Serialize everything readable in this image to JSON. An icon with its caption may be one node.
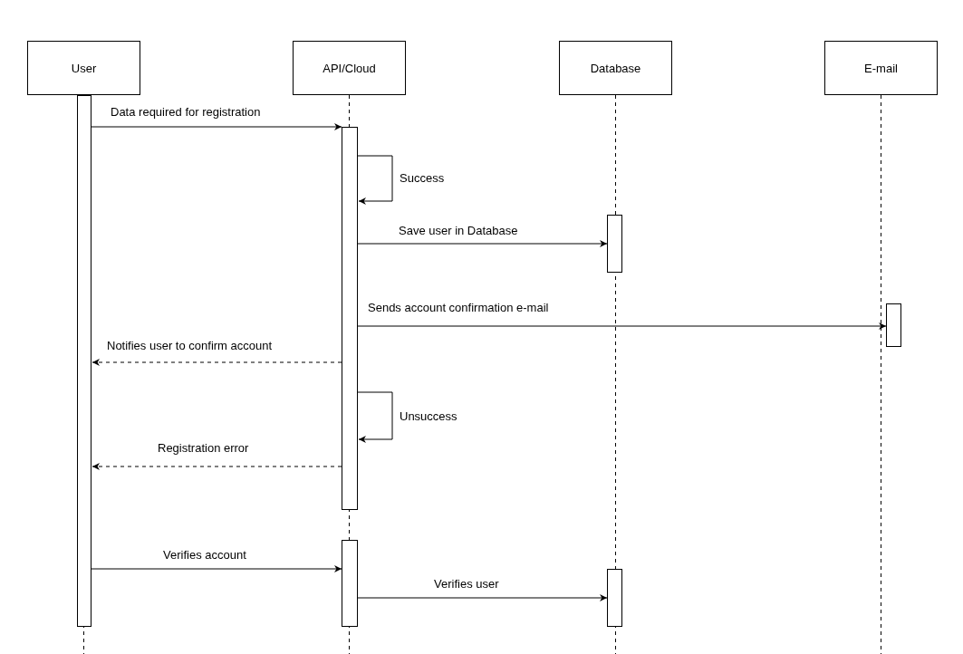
{
  "diagram": {
    "nodes": [
      {
        "text": [
          "User"
        ]
      },
      {
        "text": [
          "API/Cloud"
        ]
      },
      {
        "text": [
          "Database"
        ]
      },
      {
        "text": [
          "E-mail"
        ]
      },
      {
        "text": [],
        "shape": "bar"
      },
      {
        "text": [],
        "shape": "bar"
      },
      {
        "text": [],
        "shape": "bar"
      },
      {
        "text": [],
        "shape": "bar"
      },
      {
        "text": [],
        "shape": "bar"
      },
      {
        "text": [],
        "shape": "bar"
      }
    ],
    "edges": [
      {
        "from": 0,
        "to": null,
        "arrow": "none",
        "style": "dashed"
      },
      {
        "from": 1,
        "to": null,
        "arrow": "none",
        "style": "dashed"
      },
      {
        "from": 2,
        "to": null,
        "arrow": "none",
        "style": "dashed"
      },
      {
        "from": 3,
        "to": null,
        "arrow": "none",
        "style": "dashed"
      },
      {
        "from": 4,
        "to": 5,
        "arrow": "to",
        "label": "Data required for registration"
      },
      {
        "from": 5,
        "to": 5,
        "arrow": "to",
        "label": "Success"
      },
      {
        "from": 5,
        "to": 6,
        "arrow": "to",
        "label": "Save user in Database"
      },
      {
        "from": 5,
        "to": 7,
        "arrow": "to",
        "label": "Sends account confirmation e-mail"
      },
      {
        "from": 5,
        "to": 4,
        "arrow": "to",
        "label": "Notifies user to confirm account",
        "style": "dashed"
      },
      {
        "from": 5,
        "to": 5,
        "arrow": "to",
        "label": "Unsuccess"
      },
      {
        "from": 5,
        "to": 4,
        "arrow": "to",
        "label": "Registration error",
        "style": "dashed"
      },
      {
        "from": 4,
        "to": 8,
        "arrow": "to",
        "label": "Verifies account"
      },
      {
        "from": 8,
        "to": 9,
        "arrow": "to",
        "label": "Verifies user"
      }
    ]
  }
}
